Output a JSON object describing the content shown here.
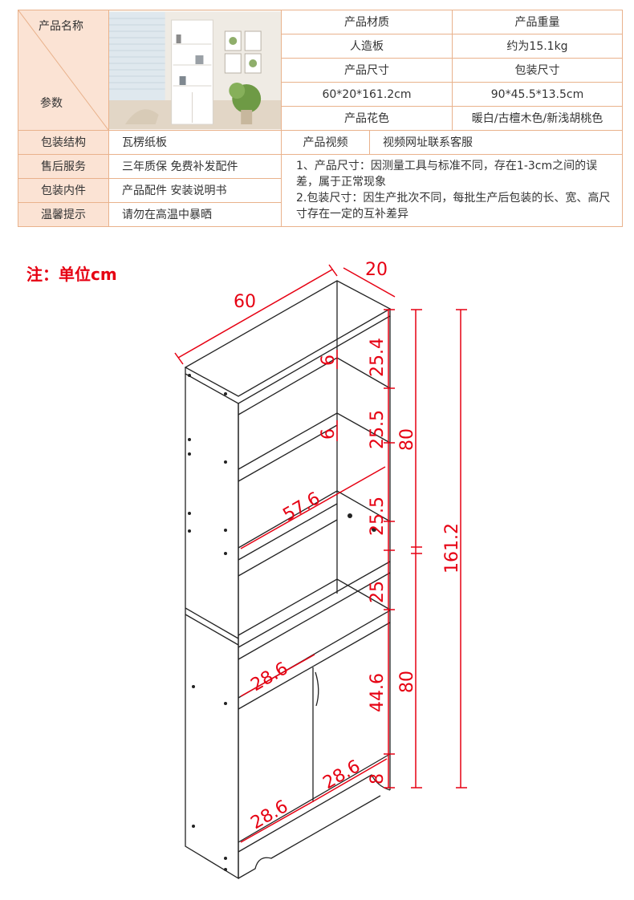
{
  "table": {
    "product_name_label": "产品名称",
    "params_label": "参数",
    "material_label": "产品材质",
    "material_value": "人造板",
    "weight_label": "产品重量",
    "weight_value": "约为15.1kg",
    "size_label": "产品尺寸",
    "size_value": "60*20*161.2cm",
    "pack_size_label": "包装尺寸",
    "pack_size_value": "90*45.5*13.5cm",
    "color_label": "产品花色",
    "color_value": "暖白/古檀木色/新浅胡桃色",
    "pack_struct_label": "包装结构",
    "pack_struct_value": "瓦楞纸板",
    "video_label": "产品视频",
    "video_value": "视频网址联系客服",
    "service_label": "售后服务",
    "service_value": "三年质保 免费补发配件",
    "contents_label": "包装内件",
    "contents_value": "产品配件 安装说明书",
    "tips_label": "温馨提示",
    "tips_value": "请勿在高温中暴晒",
    "note_line1": "1、产品尺寸：因测量工具与标准不同，存在1-3cm之间的误差，属于正常现象",
    "note_line2": "2.包装尺寸：因生产批次不同，每批生产后包装的长、宽、高尺寸存在一定的互补差异"
  },
  "unit_note": "注：单位cm",
  "dimensions": {
    "width": "60",
    "depth": "20",
    "shelf1_height": "25.4",
    "shelf2_height": "25.5",
    "shelf3_height": "25.5",
    "shelf4_height": "25",
    "cabinet_height": "44.6",
    "base_height": "8",
    "upper_total": "80",
    "lower_total": "80",
    "total_height": "161.2",
    "shelf_thickness_1": "6",
    "shelf_thickness_2": "6",
    "inner_width": "57.6",
    "cabinet_shelf_depth": "28.6",
    "door_width_right": "28.6",
    "door_width_left": "28.6"
  },
  "colors": {
    "accent": "#e60012",
    "table_border": "#e9b28c",
    "label_bg": "#fbe3d4"
  }
}
